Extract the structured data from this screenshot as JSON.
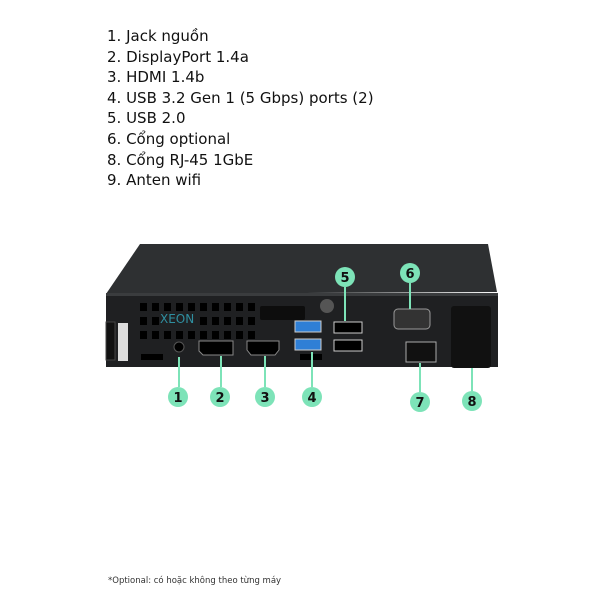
{
  "legend": [
    "1. Jack nguồn",
    "2. DisplayPort 1.4a",
    "3. HDMI 1.4b",
    "4. USB 3.2 Gen 1 (5 Gbps) ports (2)",
    "5. USB 2.0",
    "6. Cổng optional",
    "8. Cổng RJ-45 1GbE",
    "9. Anten wifi"
  ],
  "device": {
    "brand_label": "XEON",
    "callouts": [
      "1",
      "2",
      "3",
      "4",
      "5",
      "6",
      "7",
      "8"
    ]
  },
  "colors": {
    "callout": "#7de3b8",
    "chassis": "#2a2b2d",
    "usb3": "#2f7fd6"
  },
  "footnote": "*Optional: có hoặc không theo từng máy"
}
